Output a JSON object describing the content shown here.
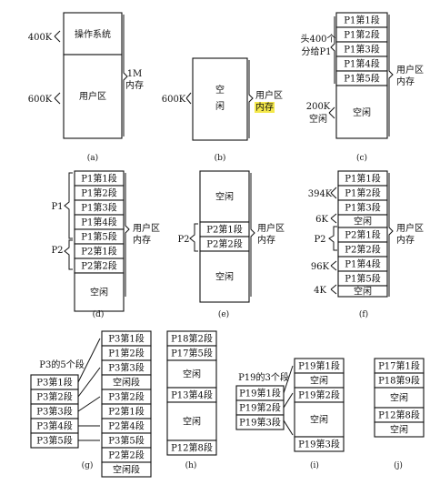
{
  "captions": [
    "(a)",
    "(b)",
    "(c)",
    "(d)",
    "(e)",
    "(f)",
    "(g)",
    "(h)",
    "(i)",
    "(j)"
  ],
  "a": {
    "os": "操作系统",
    "user_area": "用户区",
    "size_400k": "400K",
    "size_600k": "600K",
    "total_size": "1M",
    "total_label": "内存"
  },
  "b": {
    "free_line1": "空",
    "free_line2": "闲",
    "size_600k": "600K",
    "side_line1": "用户区",
    "side_line2": "内存"
  },
  "c": {
    "segments": [
      "P1第1段",
      "P1第2段",
      "P1第3段",
      "P1第4段",
      "P1第5段"
    ],
    "head_line1": "头400个",
    "head_line2": "分给P1",
    "free": "空闲",
    "free_size_line1": "200K",
    "free_size_line2": "空闲",
    "side_line1": "用户区",
    "side_line2": "内存"
  },
  "d": {
    "blocks": [
      "P1第1段",
      "P1第2段",
      "P1第3段",
      "P1第4段",
      "P1第5段",
      "P2第1段",
      "P2第2段",
      "空闲"
    ],
    "p1": "P1",
    "p2": "P2",
    "side_line1": "用户区",
    "side_line2": "内存"
  },
  "e": {
    "blocks": [
      "空闲",
      "P2第1段",
      "P2第2段",
      "空闲"
    ],
    "p2": "P2",
    "side_line1": "用户区",
    "side_line2": "内存"
  },
  "f": {
    "blocks": [
      "P1第1段",
      "P1第2段",
      "P1第3段",
      "空闲",
      "P2第1段",
      "P2第2段",
      "P1第4段",
      "P1第5段",
      "空闲"
    ],
    "hole_394k": "394K",
    "hole_6k": "6K",
    "p2": "P2",
    "hole_96k": "96K",
    "hole_4k": "4K",
    "side_line1": "用户区",
    "side_line2": "内存"
  },
  "g": {
    "p3_title": "P3的5个段",
    "p3_segments": [
      "P3第1段",
      "P3第2段",
      "P3第3段",
      "P3第4段",
      "P3第5段"
    ],
    "memory": [
      "P3第1段",
      "P1第2段",
      "P3第3段",
      "空闲段",
      "P3第2段",
      "P2第1段",
      "P2第4段",
      "P3第5段",
      "P2第2段",
      "空闲段"
    ]
  },
  "h": {
    "blocks": [
      "P18第2段",
      "P17第5段",
      "空闲",
      "P13第4段",
      "空闲",
      "P12第8段"
    ]
  },
  "i": {
    "p19_title": "P19的3个段",
    "p19_segments": [
      "P19第1段",
      "P19第2段",
      "P19第3段"
    ],
    "memory": [
      "P19第1段",
      "空闲",
      "P19第2段",
      "空闲",
      "P19第3段"
    ]
  },
  "j": {
    "blocks": [
      "P17第1段",
      "P18第9段",
      "空闲",
      "P12第8段",
      "空闲"
    ]
  }
}
